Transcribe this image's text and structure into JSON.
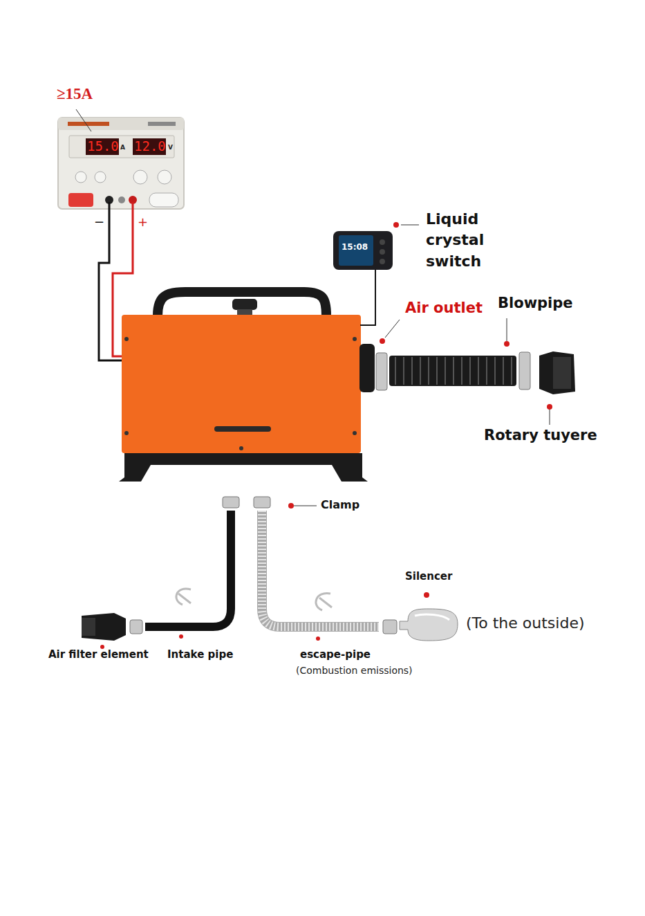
{
  "diagram": {
    "labels": [
      "≥15A",
      "15.0",
      "A",
      "12.0",
      "V",
      "−",
      "+",
      "Liquid crystal switch",
      "15:08",
      "Air outlet",
      "Blowpipe",
      "Rotary tuyere",
      "Clamp",
      "Silencer",
      "(To the outside)",
      "Air filter element",
      "Intake pipe",
      "escape-pipe",
      "(Combustion emissions)"
    ]
  }
}
